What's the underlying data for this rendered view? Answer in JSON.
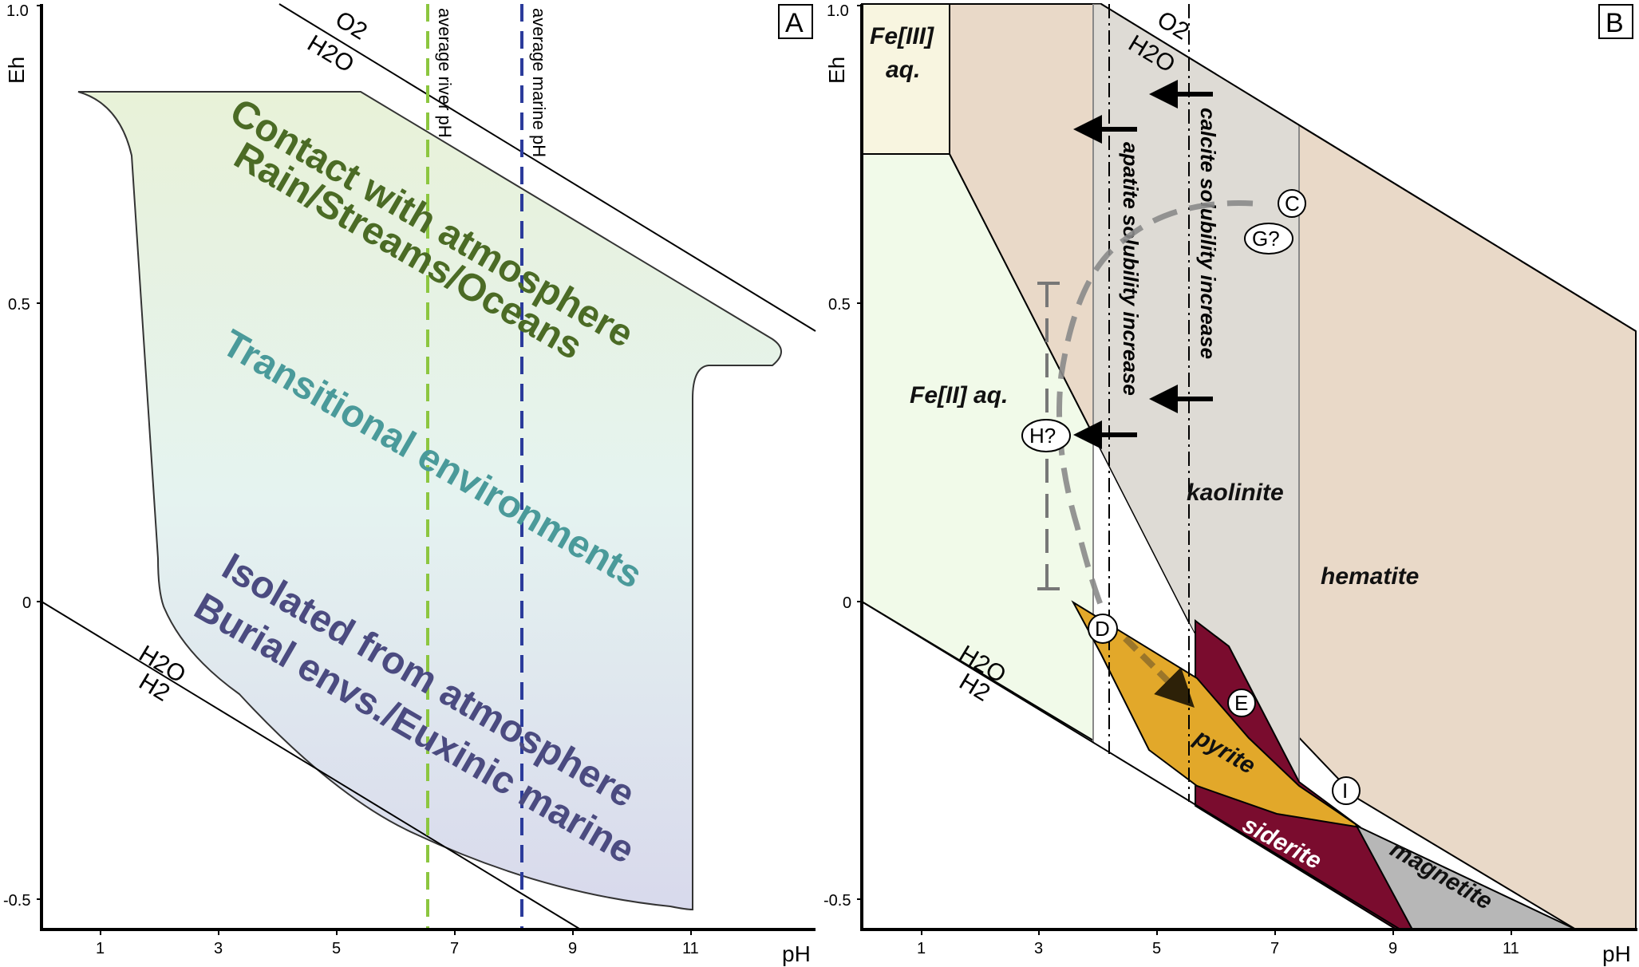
{
  "axes": {
    "ylabel": "Eh",
    "xlabel": "pH",
    "yticks": [
      "1.0",
      "0.5",
      "0",
      "-0.5"
    ],
    "xticks": [
      "1",
      "3",
      "5",
      "7",
      "9",
      "11"
    ]
  },
  "panel_a": {
    "label": "A",
    "upper_water_top": "O2",
    "upper_water_bottom": "H2O",
    "lower_water_top": "H2O",
    "lower_water_bottom": "H2",
    "river_ph_label": "average river pH",
    "marine_ph_label": "average marine pH",
    "zone_top_line1": "Contact with atmosphere",
    "zone_top_line2": "Rain/Streams/Oceans",
    "zone_mid": "Transitional environments",
    "zone_bottom_line1": "Isolated from atmosphere",
    "zone_bottom_line2": "Burial envs./Euxinic marine"
  },
  "panel_b": {
    "label": "B",
    "upper_water_top": "O2",
    "upper_water_bottom": "H2O",
    "lower_water_top": "H2O",
    "lower_water_bottom": "H2",
    "fe3_line1": "Fe[III]",
    "fe3_line2": "aq.",
    "fe2": "Fe[II] aq.",
    "kaolinite": "kaolinite",
    "hematite": "hematite",
    "pyrite": "pyrite",
    "siderite": "siderite",
    "magnetite": "magnetite",
    "apatite": "apatite solubility increase",
    "calcite": "calcite solubility increase",
    "points": [
      "C",
      "G?",
      "H?",
      "D",
      "E",
      "I"
    ]
  },
  "colors": {
    "fe3": "#f8f5e0",
    "fe2": "#f1fae9",
    "hematite": "#e9d9c8",
    "kaolinite": "#dedbd5",
    "pyrite": "#e2a82a",
    "siderite": "#7a0c2e",
    "magnetite": "#b7b7b7",
    "zone_top_text": "#4b6b25",
    "zone_mid_text": "#4a9a9a",
    "zone_bottom_text": "#4b4b80",
    "river_line": "#8cc63f",
    "marine_line": "#2b3b9b"
  }
}
